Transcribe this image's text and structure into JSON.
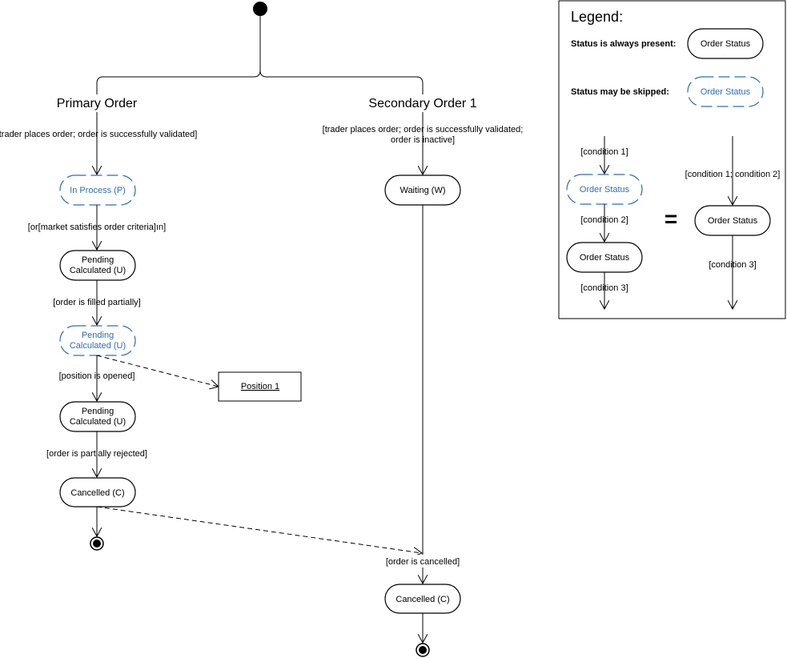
{
  "headings": {
    "primary": "Primary Order",
    "secondary": "Secondary Order 1"
  },
  "transitions": {
    "t_primary_start": "[trader places order; order is successfully validated]",
    "t_secondary_start_line1": "[trader places order; order is successfully validated;",
    "t_secondary_start_line2": "order is inactive]",
    "t_market": "[or[market satisfies order criteria]ın]",
    "t_filled": "[order is filled partially]",
    "t_position": "[position is opened]",
    "t_rejected": "[order is partially rejected]",
    "t_cancelled": "[order is cancelled]"
  },
  "states": {
    "in_process": "In Process (P)",
    "pending1_line1": "Pending",
    "pending1_line2": "Calculated (U)",
    "pending2_line1": "Pending",
    "pending2_line2": "Calculated (U)",
    "pending3_line1": "Pending",
    "pending3_line2": "Calculated (U)",
    "cancelled_primary": "Cancelled (C)",
    "waiting": "Waiting (W)",
    "cancelled_secondary": "Cancelled (C)"
  },
  "position": {
    "label": "Position 1"
  },
  "legend": {
    "title": "Legend:",
    "always_present": "Status is always present:",
    "may_be_skipped": "Status may be skipped:",
    "sample_status": "Order Status",
    "sample_skipped": "Order Status",
    "cond1": "[condition 1]",
    "cond2": "[condition 2]",
    "cond3_left": "[condition 3]",
    "left_skipped_state": "Order Status",
    "left_state": "Order Status",
    "equals": "=",
    "cond12": "[condition 1; condition 2]",
    "right_state": "Order Status",
    "cond3_right": "[condition 3]"
  },
  "colors": {
    "skippable_state": "#2f6db5",
    "line": "#000000"
  }
}
